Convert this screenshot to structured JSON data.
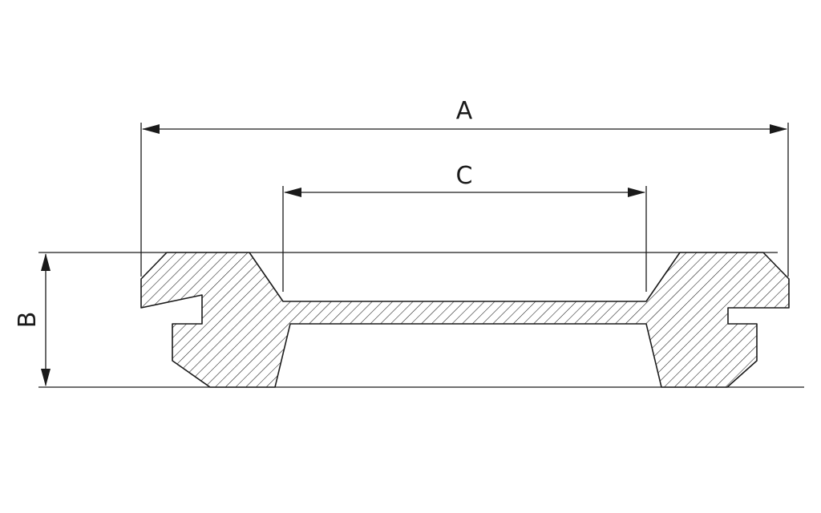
{
  "diagram": {
    "type": "cross-section drawing",
    "colors": {
      "ink": "#1a1a1a",
      "background": "#ffffff"
    },
    "dimensions": [
      {
        "id": "A",
        "label": "A"
      },
      {
        "id": "C",
        "label": "C"
      },
      {
        "id": "B",
        "label": "B"
      }
    ]
  }
}
